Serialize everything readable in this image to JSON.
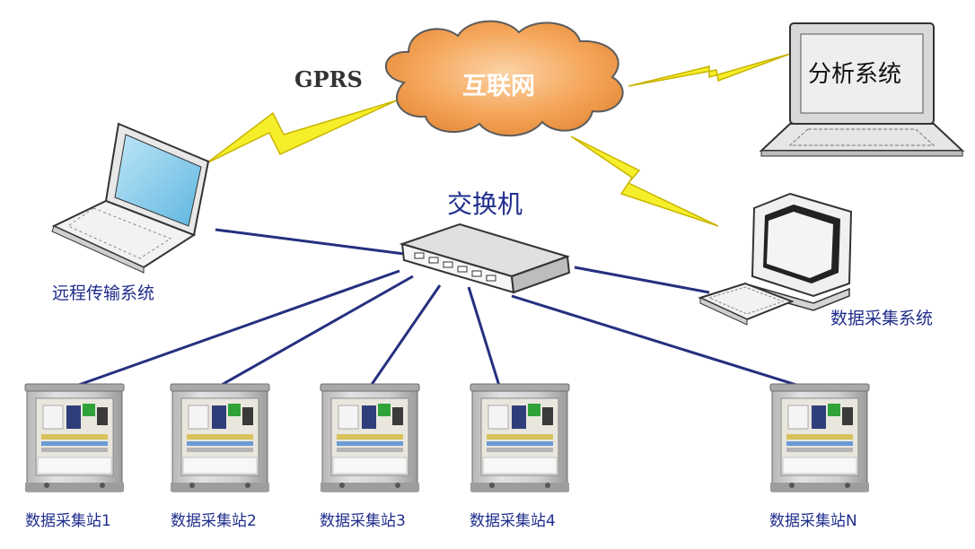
{
  "labels": {
    "gprs": "GPRS",
    "internet": "互联网",
    "analysis": "分析系统",
    "switch": "交换机",
    "remote": "远程传输系统",
    "acquisition_system": "数据采集系统"
  },
  "stations": [
    {
      "label": "数据采集站1"
    },
    {
      "label": "数据采集站2"
    },
    {
      "label": "数据采集站3"
    },
    {
      "label": "数据采集站4"
    },
    {
      "label": "数据采集站N"
    }
  ],
  "colors": {
    "line": "#26307f",
    "label": "#1f2d8c",
    "cloud": "#f5a65a",
    "bolt": "#f5ee2a",
    "screen": "#8fd0ee"
  },
  "icons": [
    "cloud-icon",
    "lightning-icon",
    "laptop-icon",
    "switch-icon",
    "desktop-computer-icon",
    "cabinet-icon"
  ]
}
